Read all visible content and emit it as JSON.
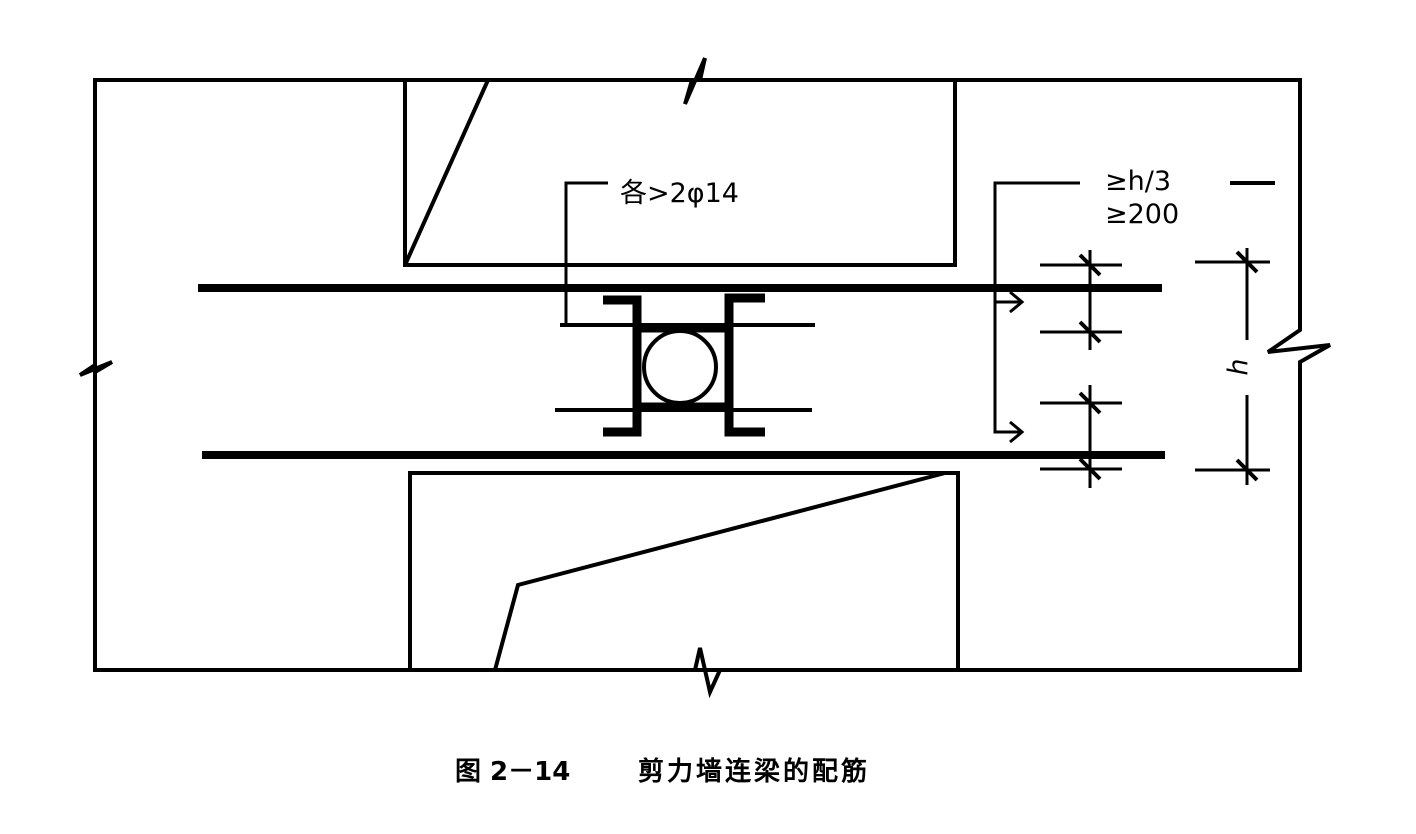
{
  "annotations": {
    "bar_spec": "各>2φ14",
    "spacing_line1": "≥h/3",
    "spacing_line2": "≥200",
    "height_symbol": "h"
  },
  "caption": {
    "figure_no": "图 2－14",
    "title": "剪力墙连梁的配筋"
  }
}
